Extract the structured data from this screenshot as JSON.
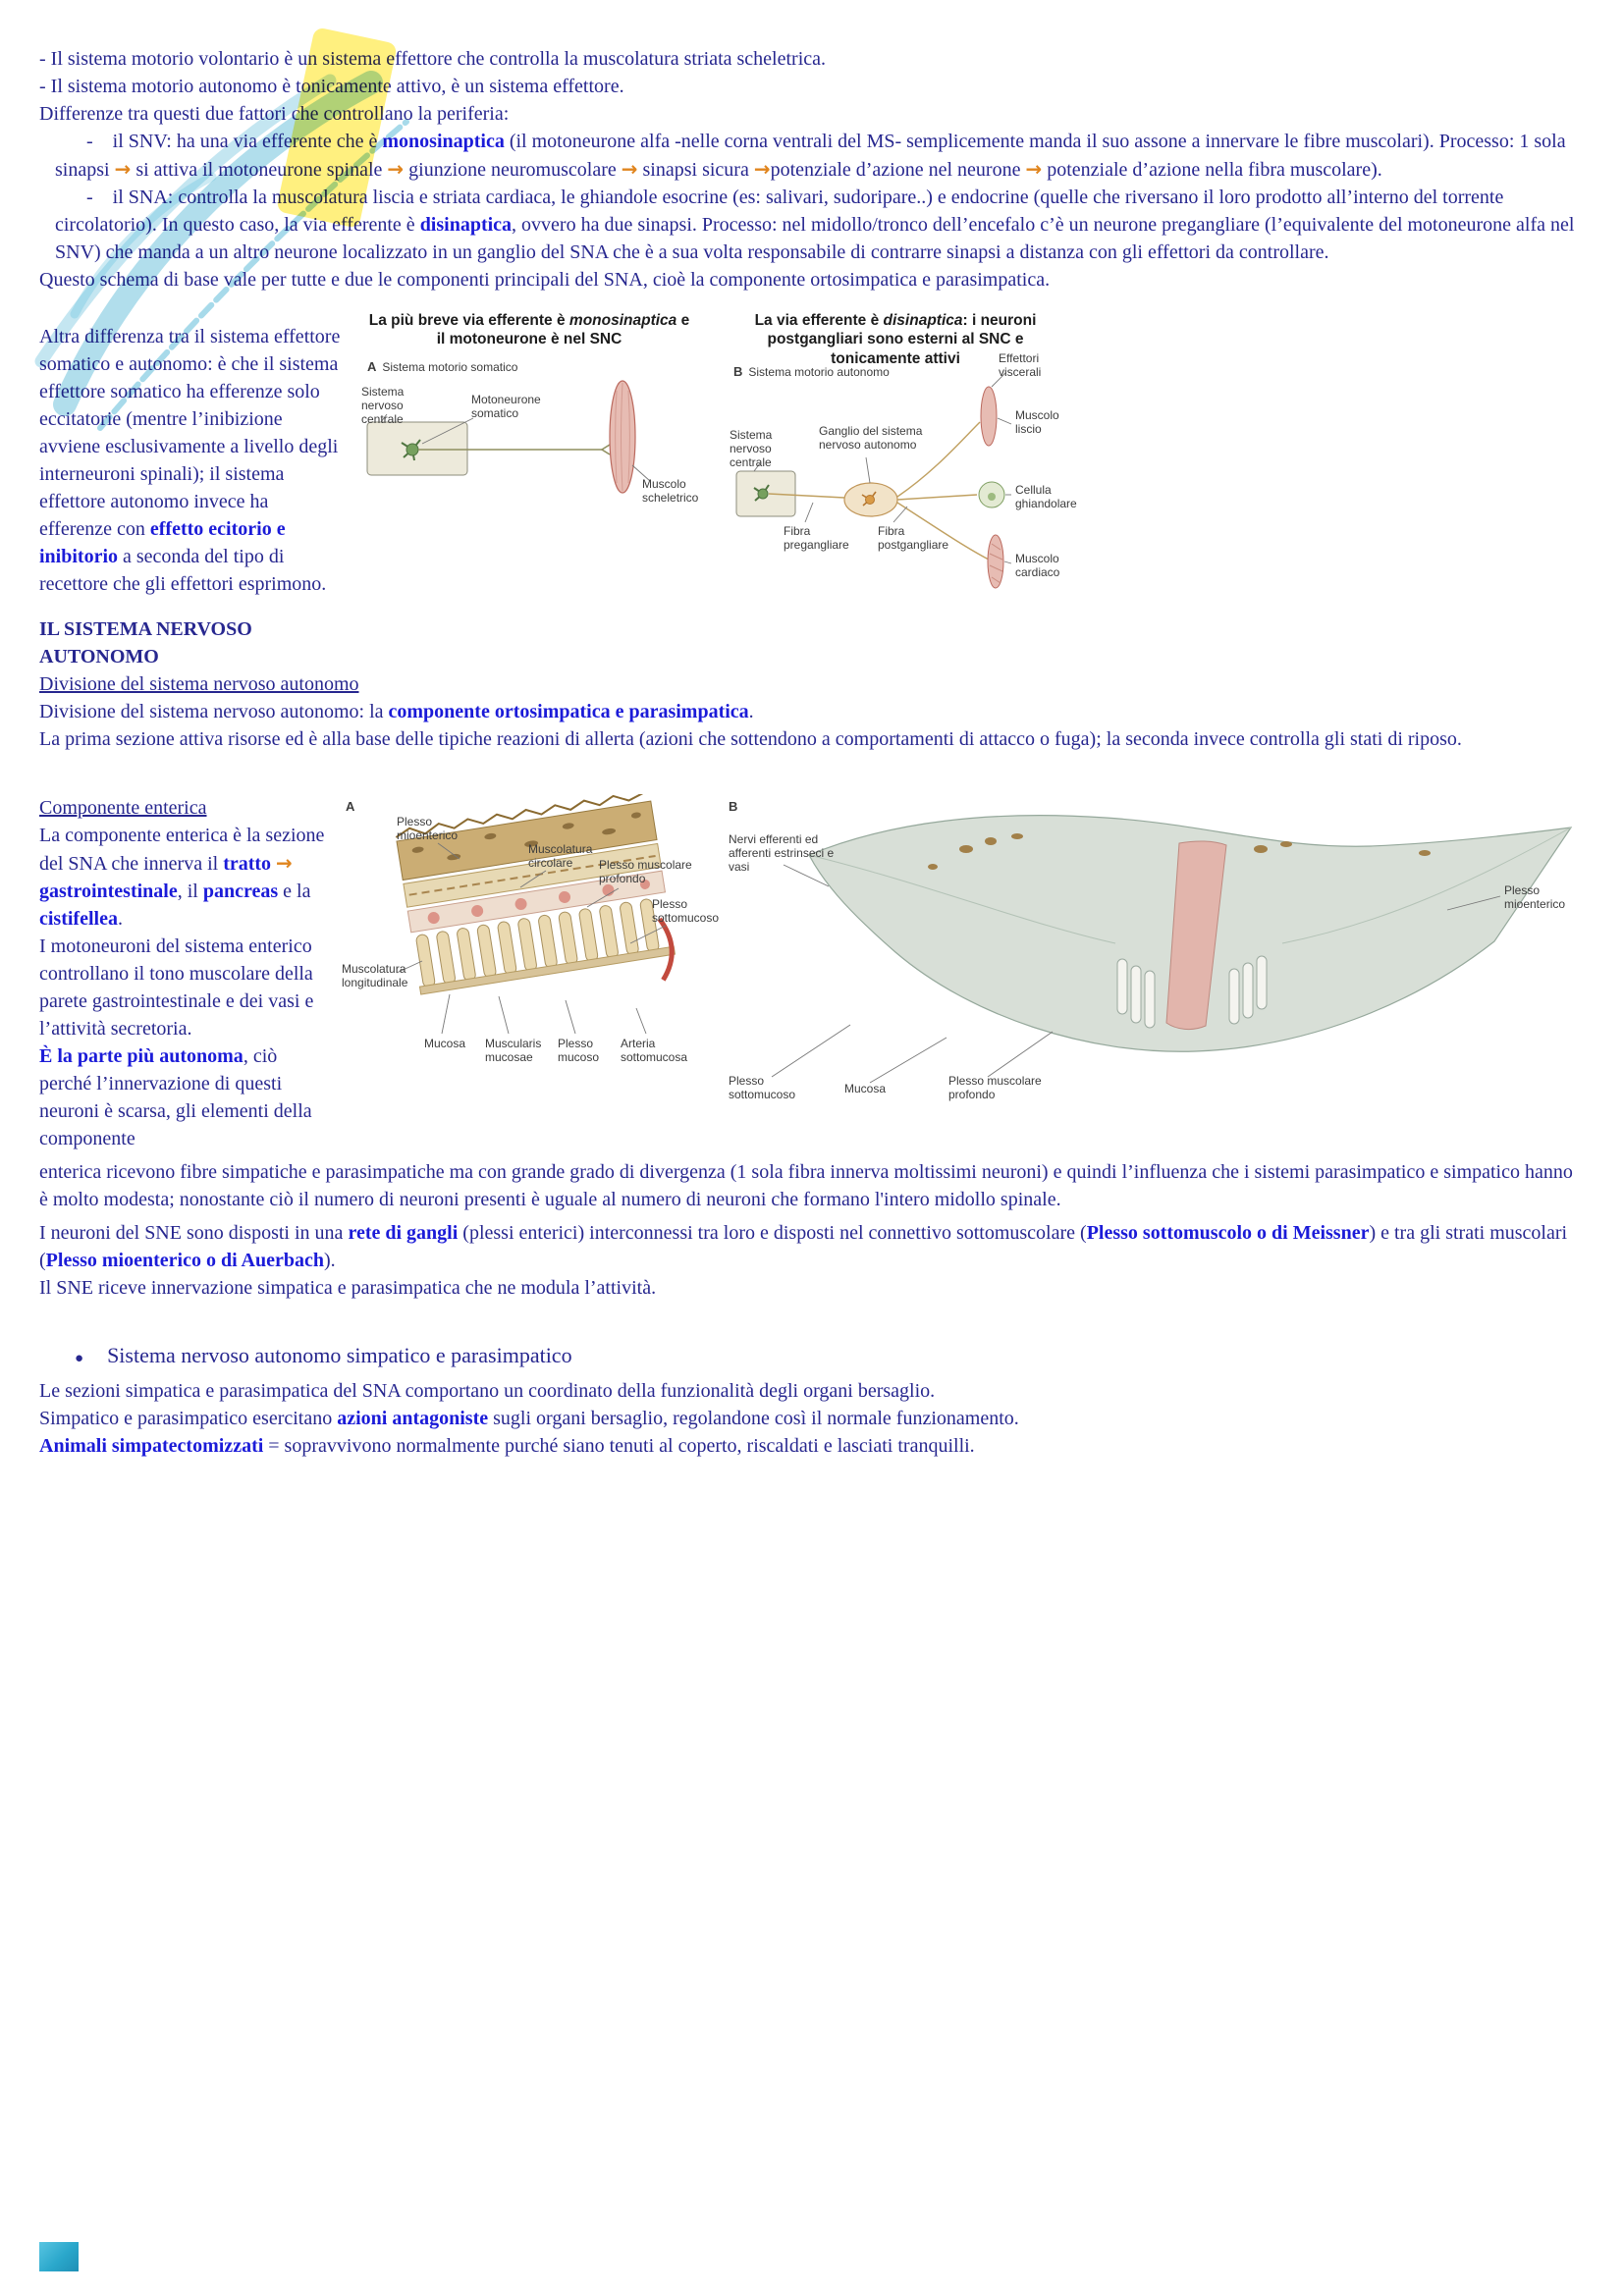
{
  "colors": {
    "body_text": "#27278f",
    "keyword_blue": "#1b1bd8",
    "arrow_orange": "#e0851e",
    "highlight_yellow": "#ffe200",
    "watermark_teal": "#3cacd0"
  },
  "glyphs": {
    "arrow": "→",
    "dash": "-",
    "bullet": "●"
  },
  "intro": {
    "l1": "- Il sistema motorio volontario è un sistema effettore che controlla la muscolatura striata scheletrica.",
    "l2": "- Il sistema motorio autonomo è tonicamente attivo, è un sistema effettore.",
    "l3": "Differenze tra questi due fattori che controllano la periferia:",
    "snv": {
      "a": "il SNV: ha una via efferente che è ",
      "kw": "monosinaptica",
      "b": " (il motoneurone alfa -nelle corna ventrali del MS- semplicemente manda il suo assone a innervare le fibre muscolari). Processo: 1 sola sinapsi ",
      "c": " si attiva il motoneurone spinale ",
      "d": " giunzione neuromuscolare ",
      "e": " sinapsi sicura ",
      "f": "potenziale d’azione nel neurone ",
      "g": " potenziale d’azione nella fibra muscolare)."
    },
    "sna": {
      "a": "il SNA: controlla la muscolatura liscia e striata cardiaca, le ghiandole esocrine (es: salivari, sudoripare..) e endocrine (quelle che riversano il loro prodotto all’interno del torrente circolatorio). In questo caso, la via efferente è ",
      "kw": "disinaptica",
      "b": ", ovvero ha due sinapsi. Processo: nel midollo/tronco dell’encefalo c’è un neurone pregangliare (l’equivalente del motoneurone alfa nel SNV) che manda a un altro neurone localizzato in un ganglio del SNA che è a sua volta responsabile di contrarre sinapsi a distanza con gli effettori da controllare."
    },
    "schema": "Questo schema di base vale per tutte e due le componenti principali del SNA, cioè la componente ortosimpatica e parasimpatica."
  },
  "side1": {
    "a": "Altra differenza tra il sistema effettore somatico e autonomo: è che il sistema effettore somatico ha efferenze solo eccitatorie (mentre l’inibizione avviene esclusivamente a livello degli interneuroni spinali); il sistema effettore autonomo invece ha efferenze con ",
    "kw": "effetto ecitorio e inibitorio",
    "b": " a seconda del tipo di recettore che gli effettori esprimono."
  },
  "sections": {
    "h1_line1": "IL SISTEMA NERVOSO",
    "h1_line2": "AUTONOMO",
    "h2": "Divisione del sistema nervoso autonomo",
    "division": {
      "a": "Divisione del sistema nervoso autonomo: la ",
      "kw": "componente ortosimpatica e parasimpatica",
      "b": ".",
      "c": "La prima sezione attiva risorse ed è alla base delle tipiche reazioni di allerta (azioni che sottendono a comportamenti di attacco o fuga); la seconda invece controlla gli stati di riposo."
    },
    "h3": "Componente enterica"
  },
  "enterica": {
    "a": "La componente enterica è la sezione del SNA che innerva il ",
    "kw1": "tratto",
    "kw2": "gastrointestinale",
    "b": ", il ",
    "kw3": "pancreas",
    "c": " e la ",
    "kw4": "cistifellea",
    "d": ".",
    "p2": "I motoneuroni del sistema enterico controllano il tono muscolare della parete gastrointestinale e dei vasi e l’attività secretoria.",
    "kw5": "È la parte più autonoma",
    "p3": ", ciò perché l’innervazione di questi neuroni è scarsa, gli elementi della componente",
    "p4": "enterica ricevono fibre simpatiche e parasimpatiche ma con grande grado di divergenza (1 sola fibra innerva moltissimi neuroni) e quindi l’influenza che i sistemi parasimpatico e simpatico hanno è molto modesta; nonostante ciò il numero di neuroni presenti è uguale al numero di neuroni che formano l'intero midollo spinale."
  },
  "sne": {
    "a": "I neuroni del SNE sono disposti in una ",
    "kw1": "rete di gangli",
    "b": " (plessi enterici) interconnessi tra loro e disposti nel connettivo sottomuscolare (",
    "kw2": "Plesso sottomuscolo o di Meissner",
    "c": ") e tra gli strati muscolari (",
    "kw3": "Plesso mioenterico o di Auerbach",
    "d": ").",
    "p2": "Il SNE riceve innervazione simpatica e parasimpatica che ne modula l’attività."
  },
  "simpatico": {
    "title": "Sistema nervoso autonomo simpatico e parasimpatico",
    "p1": "Le sezioni simpatica e parasimpatica del SNA comportano un coordinato della funzionalità degli organi bersaglio.",
    "p2a": "Simpatico e parasimpatico esercitano ",
    "kw1": "azioni antagoniste",
    "p2b": " sugli organi bersaglio, regolandone così il normale funzionamento.",
    "kw2": "Animali simpatectomizzati",
    "p3": " = sopravvivono normalmente purché siano tenuti al coperto, riscaldati e lasciati tranquilli."
  },
  "fig1": {
    "header_a": {
      "a": "La più breve via efferente è ",
      "i": "monosinaptica",
      "b": " e il motoneurone è nel SNC"
    },
    "header_b": {
      "a": "La via efferente è ",
      "i": "disinaptica",
      "b": ": i neuroni postgangliari sono esterni al SNC e tonicamente attivi"
    },
    "panel_a": {
      "letter": "A",
      "title": "Sistema motorio somatico",
      "cns": "Sistema nervoso centrale",
      "motoneuron": "Motoneurone somatico",
      "muscle": "Muscolo scheletrico"
    },
    "panel_b": {
      "letter": "B",
      "title": "Sistema motorio autonomo",
      "effettori": "Effettori viscerali",
      "cns": "Sistema nervoso centrale",
      "ganglio": "Ganglio del sistema nervoso autonomo",
      "liscio": "Muscolo liscio",
      "ghiandolare": "Cellula ghiandolare",
      "cardiaco": "Muscolo cardiaco",
      "pre": "Fibra pregangliare",
      "post": "Fibra postgangliare"
    }
  },
  "fig2": {
    "panel_a": {
      "letter": "A",
      "mioenterico": "Plesso mioenterico",
      "circolare": "Muscolatura circolare",
      "profondo": "Plesso muscolare profondo",
      "sottomucoso": "Plesso sottomucoso",
      "longitudinale": "Muscolatura longitudinale",
      "mucosa": "Mucosa",
      "muscularis": "Muscularis mucosae",
      "mucoso": "Plesso mucoso",
      "arteria": "Arteria sottomucosa"
    },
    "panel_b": {
      "letter": "B",
      "nervi": "Nervi efferenti ed afferenti estrinseci e vasi",
      "mioenterico": "Plesso mioenterico",
      "sottomucoso": "Plesso sottomucoso",
      "mucosa": "Mucosa",
      "profondo": "Plesso muscolare profondo"
    }
  }
}
